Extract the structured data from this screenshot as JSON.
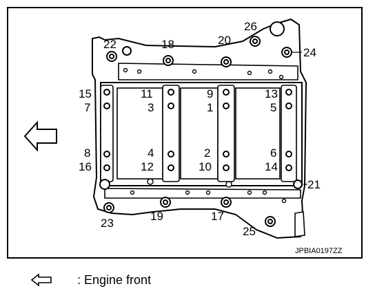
{
  "figure_code": "JPBIA0197ZZ",
  "legend": {
    "icon": "hollow-left-arrow-icon",
    "text": ": Engine front"
  },
  "bolt_labels": {
    "b1": "1",
    "b2": "2",
    "b3": "3",
    "b4": "4",
    "b5": "5",
    "b6": "6",
    "b7": "7",
    "b8": "8",
    "b9": "9",
    "b10": "10",
    "b11": "11",
    "b12": "12",
    "b13": "13",
    "b14": "14",
    "b15": "15",
    "b16": "16",
    "b17": "17",
    "b18": "18",
    "b19": "19",
    "b20": "20",
    "b21": "21",
    "b22": "22",
    "b23": "23",
    "b24": "24",
    "b25": "25",
    "b26": "26"
  }
}
